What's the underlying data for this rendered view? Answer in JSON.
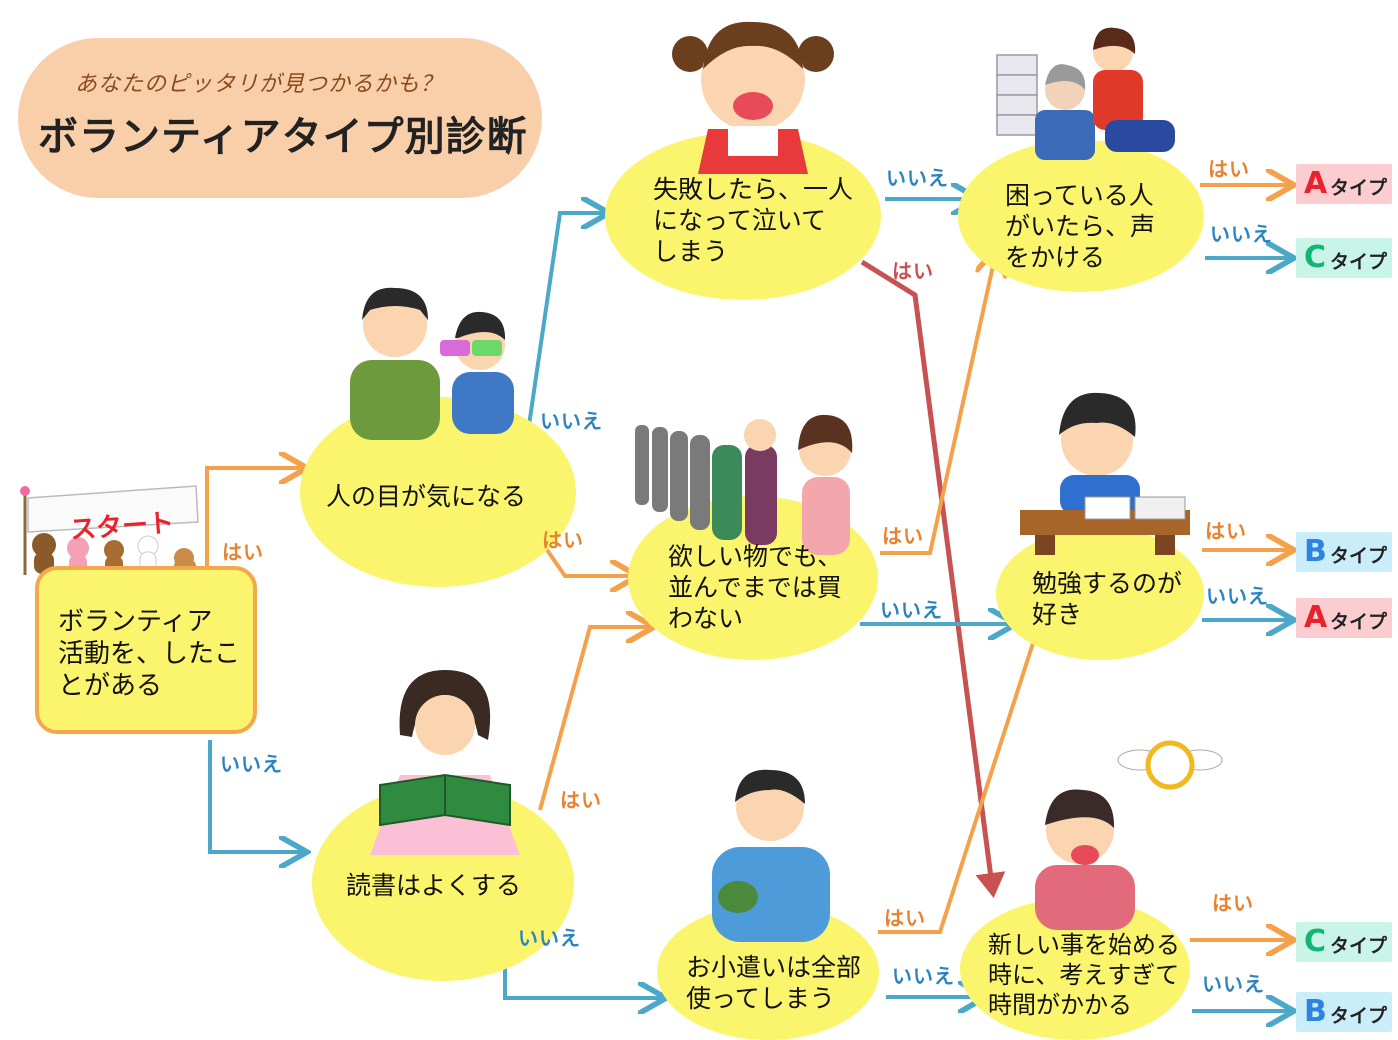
{
  "header": {
    "subtitle": "あなたのピッタリが見つかるかも？",
    "title": "ボランティアタイプ別診断"
  },
  "start": {
    "banner": "スタート",
    "question": "ボランティア\n活動を、したこ\nとがある"
  },
  "questions": {
    "q_eyes": "人の目が気になる",
    "q_reading": "読書はよくする",
    "q_cry": "失敗したら、一人\nになって泣いて\nしまう",
    "q_line": "欲しい物でも、\n並んでまでは買\nわない",
    "q_money": "お小遣いは全部\n使ってしまう",
    "q_help": "困っている人\nがいたら、声\nをかける",
    "q_study": "勉強するのが\n好き",
    "q_new": "新しい事を始める\n時に、考えすぎて\n時間がかかる"
  },
  "labels": {
    "yes": "はい",
    "no": "いいえ"
  },
  "results": [
    {
      "letter": "A",
      "suffix": "タイプ"
    },
    {
      "letter": "C",
      "suffix": "タイプ"
    },
    {
      "letter": "B",
      "suffix": "タイプ"
    },
    {
      "letter": "A",
      "suffix": "タイプ"
    },
    {
      "letter": "C",
      "suffix": "タイプ"
    },
    {
      "letter": "B",
      "suffix": "タイプ"
    }
  ],
  "colors": {
    "yes_arrow": "#f5a04b",
    "no_arrow": "#4ba8c8",
    "special_arrow": "#c8524f",
    "node_fill": "#fbf56e",
    "title_bg": "#f9cfaa"
  }
}
